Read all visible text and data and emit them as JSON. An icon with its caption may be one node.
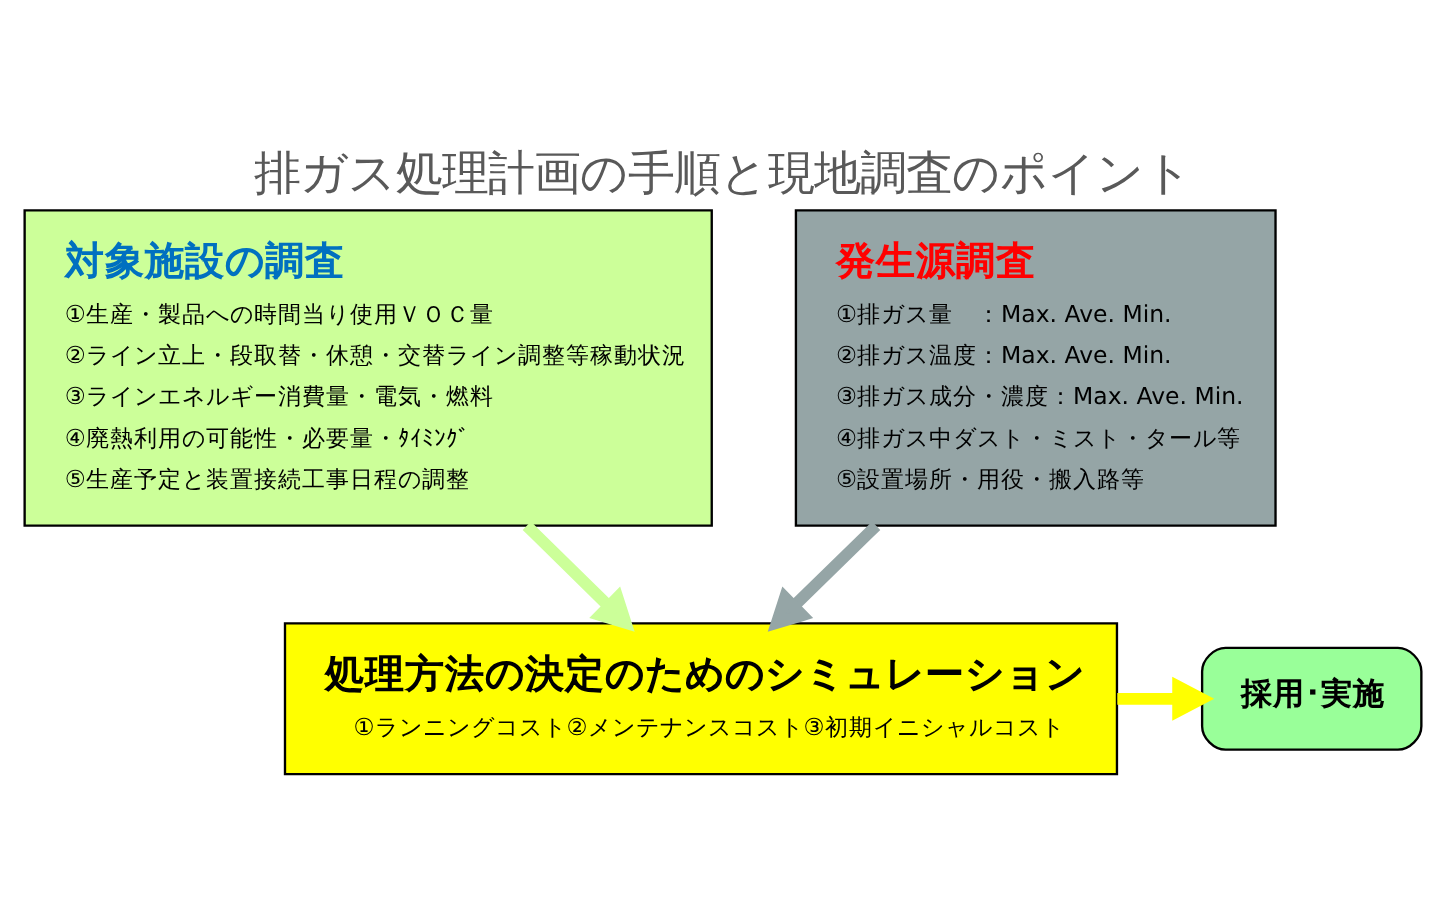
{
  "diagram": {
    "title": "排ガス処理計画の手順と現地調査のポイント",
    "nodes": [
      {
        "text": [
          "対象施設の調査",
          "①生産・製品への時間当り使用ＶＯＣ量",
          "②ライン立上・段取替・休憩・交替ライン調整等稼動状況",
          "③ラインエネルギー消費量・電気・燃料",
          "④廃熱利用の可能性・必要量・ﾀｲﾐﾝｸﾞ",
          "⑤生産予定と装置接続工事日程の調整"
        ]
      },
      {
        "text": [
          "発生源調査",
          "①排ガス量　：Max. Ave. Min.",
          "②排ガス温度：Max. Ave. Min.",
          "③排ガス成分・濃度：Max. Ave. Min.",
          "④排ガス中ダスト・ミスト・タール等",
          "⑤設置場所・用役・搬入路等"
        ]
      },
      {
        "text": [
          "処理方法の決定のためのシミュレーション",
          "①ランニングコスト②メンテナンスコスト③初期イニシャルコスト"
        ]
      },
      {
        "text": [
          "採用･実施"
        ]
      }
    ],
    "edges": [
      {
        "from": 0,
        "to": 2,
        "arrow": "to",
        "color": "#ccff99"
      },
      {
        "from": 1,
        "to": 2,
        "arrow": "to",
        "color": "#95a5a6"
      },
      {
        "from": 2,
        "to": 3,
        "arrow": "to",
        "color": "#ffff00"
      }
    ]
  }
}
